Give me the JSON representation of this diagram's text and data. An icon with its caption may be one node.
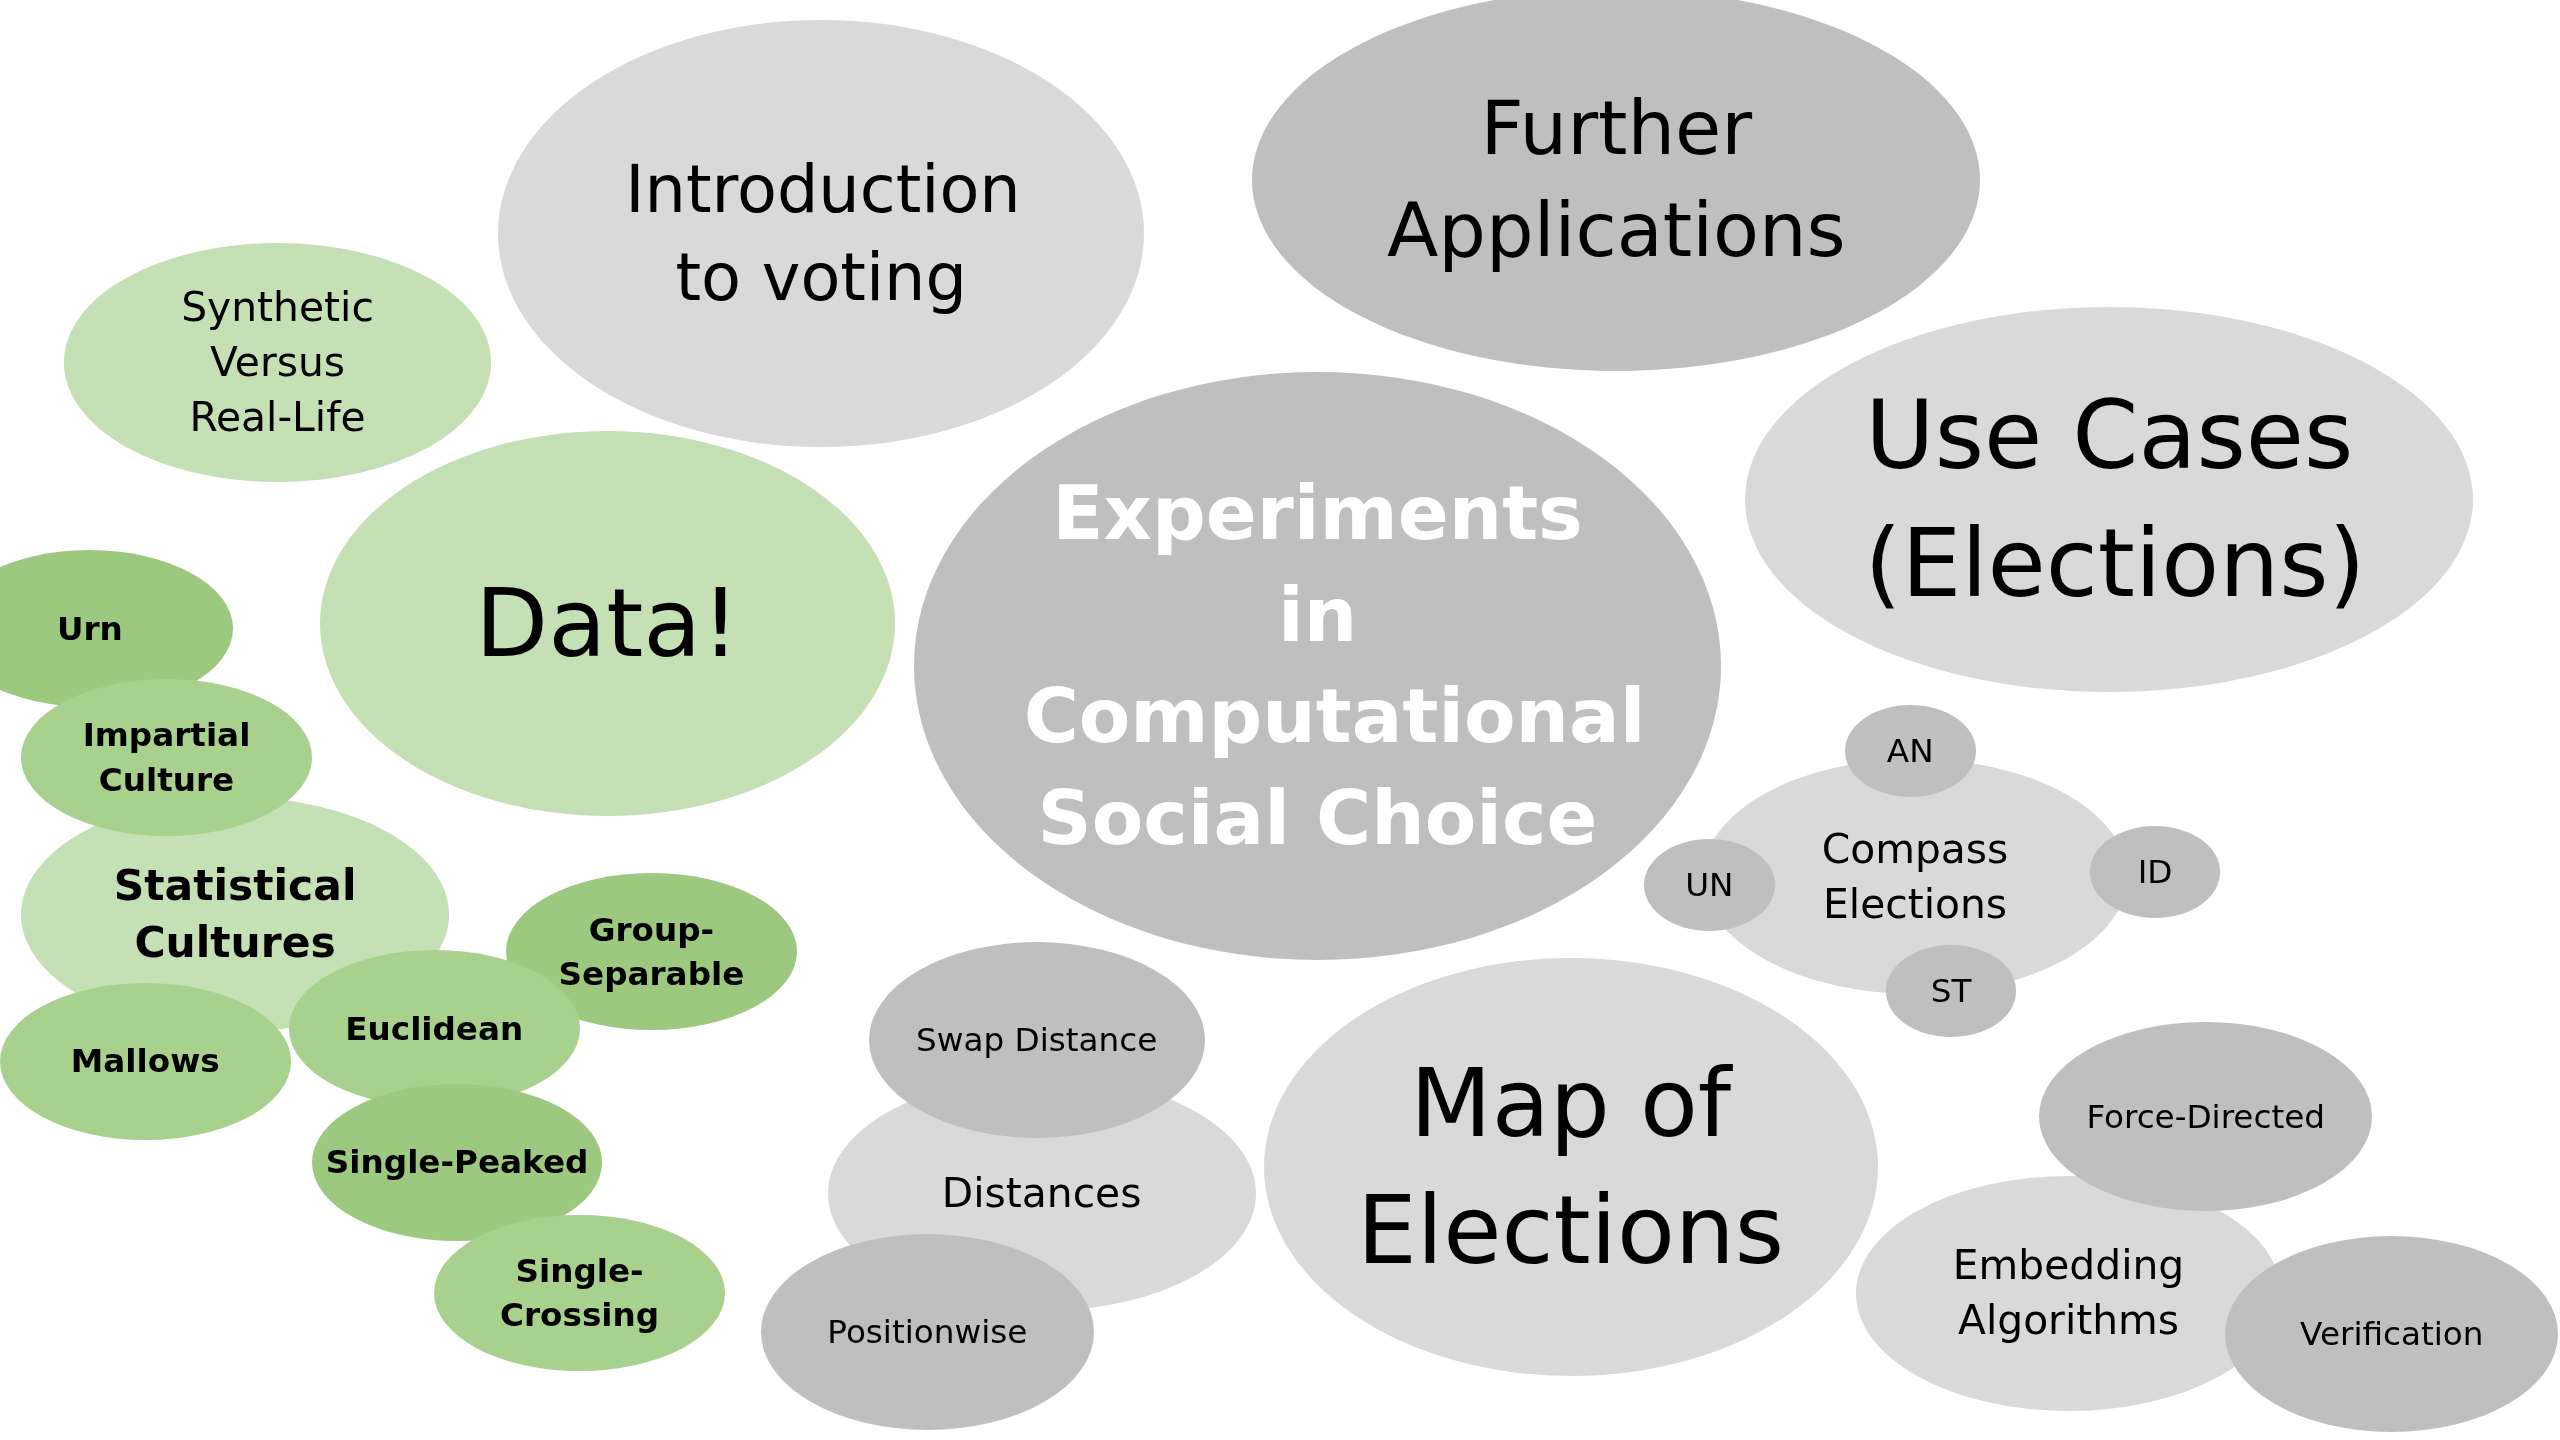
{
  "diagram": {
    "nodes": [
      {
        "text": [
          "Introduction to voting"
        ]
      },
      {
        "text": [
          "Further Applications"
        ]
      },
      {
        "text": [
          "Synthetic Versus Real-Life"
        ]
      },
      {
        "text": [
          "Use Cases (Elections)"
        ]
      },
      {
        "text": [
          "Data!"
        ]
      },
      {
        "text": [
          "Experiments in Computational Social Choice"
        ]
      },
      {
        "text": [
          "Urn"
        ]
      },
      {
        "text": [
          "Impartial Culture"
        ]
      },
      {
        "text": [
          "Statistical Cultures"
        ]
      },
      {
        "text": [
          "Compass Elections"
        ]
      },
      {
        "text": [
          "AN"
        ]
      },
      {
        "text": [
          "UN"
        ]
      },
      {
        "text": [
          "ID"
        ]
      },
      {
        "text": [
          "ST"
        ]
      },
      {
        "text": [
          "Group-Separable"
        ]
      },
      {
        "text": [
          "Swap Distance"
        ]
      },
      {
        "text": [
          "Euclidean"
        ]
      },
      {
        "text": [
          "Mallows"
        ]
      },
      {
        "text": [
          "Map of Elections"
        ]
      },
      {
        "text": [
          "Force-Directed"
        ]
      },
      {
        "text": [
          "Distances"
        ]
      },
      {
        "text": [
          "Single-Peaked"
        ]
      },
      {
        "text": [
          "Embedding Algorithms"
        ]
      },
      {
        "text": [
          "Single-Crossing"
        ]
      },
      {
        "text": [
          "Positionwise"
        ]
      },
      {
        "text": [
          "Verification"
        ]
      }
    ]
  }
}
